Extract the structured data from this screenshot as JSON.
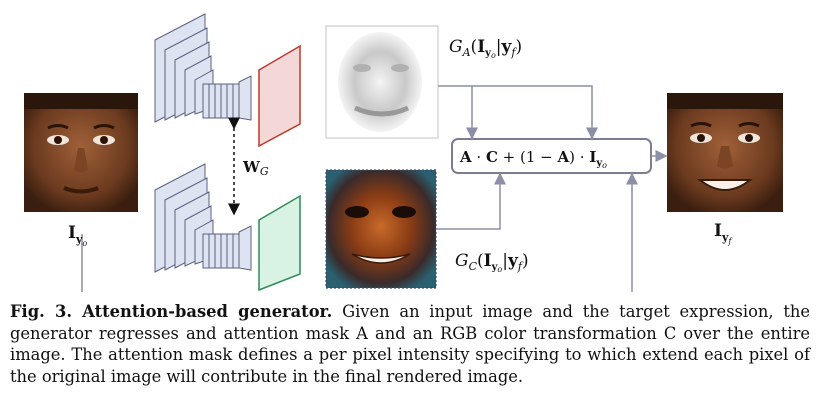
{
  "diagram": {
    "input_label": "I",
    "input_label_sub": "y",
    "input_label_subsub": "o",
    "output_label": "I",
    "output_label_sub": "y",
    "output_label_subsub": "f",
    "attention_label": "G_A(I_yo|y_f)",
    "color_label": "G_C(I_yo|y_f)",
    "shared_weights_label": "W_G",
    "formula": "A · C + (1 − A) · I_yo"
  },
  "caption": {
    "label": "Fig. 3. Attention-based generator.",
    "text": "Given an input image and the target expression, the generator regresses and attention mask A and an RGB color transformation C over the entire image. The attention mask defines a per pixel intensity specifying to which extend each pixel of the original image will contribute in the final rendered image."
  },
  "colors": {
    "encoder_face": "#dde3f0",
    "encoder_edge": "#5a6180",
    "attention_out": "#f4d8d8",
    "attention_edge": "#c0392b",
    "color_out": "#d8f2e3",
    "color_edge": "#2e8b57",
    "arrow": "#8c8fa6",
    "formula_box": "#7a7d94"
  }
}
